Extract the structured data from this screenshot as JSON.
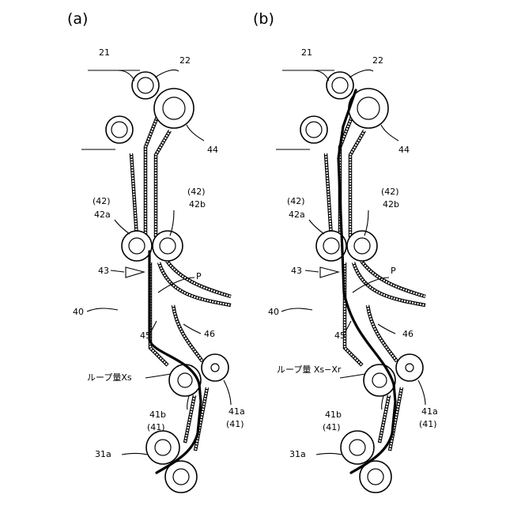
{
  "panels": [
    {
      "tag": "(a)",
      "labels": {
        "l21": "21",
        "l22": "22",
        "l44": "44",
        "l42a_top": "(42)",
        "l42a": "42a",
        "l42b_top": "(42)",
        "l42b": "42b",
        "l43": "43",
        "lP": "P",
        "l40": "40",
        "l45": "45",
        "l46": "46",
        "loop": "ループ量Xs",
        "l41b": "41b",
        "l41b_bot": "(41)",
        "l41a": "41a",
        "l41a_bot": "(41)",
        "l31a": "31a"
      }
    },
    {
      "tag": "(b)",
      "labels": {
        "l21": "21",
        "l22": "22",
        "l44": "44",
        "l42a_top": "(42)",
        "l42a": "42a",
        "l42b_top": "(42)",
        "l42b": "42b",
        "l43": "43",
        "lP": "P",
        "l40": "40",
        "l45": "45",
        "l46": "46",
        "loop": "ループ量 Xs−Xr",
        "l41b": "41b",
        "l41b_bot": "(41)",
        "l41a": "41a",
        "l41a_bot": "(41)",
        "l31a": "31a"
      }
    }
  ]
}
